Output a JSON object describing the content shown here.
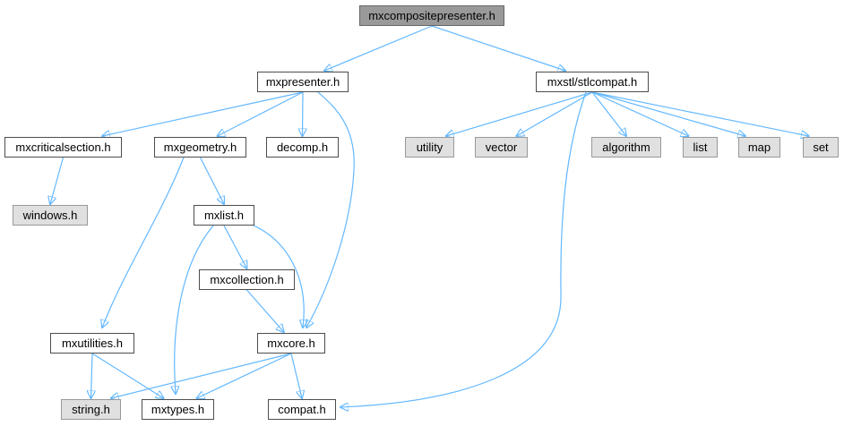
{
  "diagram": {
    "title": "mxcompositepresenter.h",
    "nodes": [
      {
        "id": "root",
        "label": "mxcompositepresenter.h",
        "kind": "root"
      },
      {
        "id": "presenter",
        "label": "mxpresenter.h",
        "kind": "header"
      },
      {
        "id": "stlcompat",
        "label": "mxstl/stlcompat.h",
        "kind": "header"
      },
      {
        "id": "critsec",
        "label": "mxcriticalsection.h",
        "kind": "header"
      },
      {
        "id": "geometry",
        "label": "mxgeometry.h",
        "kind": "header"
      },
      {
        "id": "decomp",
        "label": "decomp.h",
        "kind": "header"
      },
      {
        "id": "utility",
        "label": "utility",
        "kind": "system"
      },
      {
        "id": "vector",
        "label": "vector",
        "kind": "system"
      },
      {
        "id": "algorithm",
        "label": "algorithm",
        "kind": "system"
      },
      {
        "id": "list",
        "label": "list",
        "kind": "system"
      },
      {
        "id": "map",
        "label": "map",
        "kind": "system"
      },
      {
        "id": "set",
        "label": "set",
        "kind": "system"
      },
      {
        "id": "windows",
        "label": "windows.h",
        "kind": "system"
      },
      {
        "id": "mxlist",
        "label": "mxlist.h",
        "kind": "header"
      },
      {
        "id": "collection",
        "label": "mxcollection.h",
        "kind": "header"
      },
      {
        "id": "utilities",
        "label": "mxutilities.h",
        "kind": "header"
      },
      {
        "id": "core",
        "label": "mxcore.h",
        "kind": "header"
      },
      {
        "id": "string",
        "label": "string.h",
        "kind": "system"
      },
      {
        "id": "types",
        "label": "mxtypes.h",
        "kind": "header"
      },
      {
        "id": "compat",
        "label": "compat.h",
        "kind": "header"
      }
    ],
    "edges": [
      {
        "from": "root",
        "to": "presenter"
      },
      {
        "from": "root",
        "to": "stlcompat"
      },
      {
        "from": "presenter",
        "to": "critsec"
      },
      {
        "from": "presenter",
        "to": "geometry"
      },
      {
        "from": "presenter",
        "to": "decomp"
      },
      {
        "from": "presenter",
        "to": "core"
      },
      {
        "from": "stlcompat",
        "to": "utility"
      },
      {
        "from": "stlcompat",
        "to": "vector"
      },
      {
        "from": "stlcompat",
        "to": "algorithm"
      },
      {
        "from": "stlcompat",
        "to": "list"
      },
      {
        "from": "stlcompat",
        "to": "map"
      },
      {
        "from": "stlcompat",
        "to": "set"
      },
      {
        "from": "stlcompat",
        "to": "compat"
      },
      {
        "from": "critsec",
        "to": "windows"
      },
      {
        "from": "geometry",
        "to": "mxlist"
      },
      {
        "from": "geometry",
        "to": "utilities"
      },
      {
        "from": "mxlist",
        "to": "collection"
      },
      {
        "from": "mxlist",
        "to": "core"
      },
      {
        "from": "mxlist",
        "to": "types"
      },
      {
        "from": "collection",
        "to": "core"
      },
      {
        "from": "utilities",
        "to": "string"
      },
      {
        "from": "utilities",
        "to": "types"
      },
      {
        "from": "core",
        "to": "string"
      },
      {
        "from": "core",
        "to": "types"
      },
      {
        "from": "core",
        "to": "compat"
      }
    ],
    "colors": {
      "edge": "#63b8ff",
      "node_border": "#4d4d4d",
      "system_fill": "#e0e0e0",
      "root_fill": "#999999"
    }
  }
}
